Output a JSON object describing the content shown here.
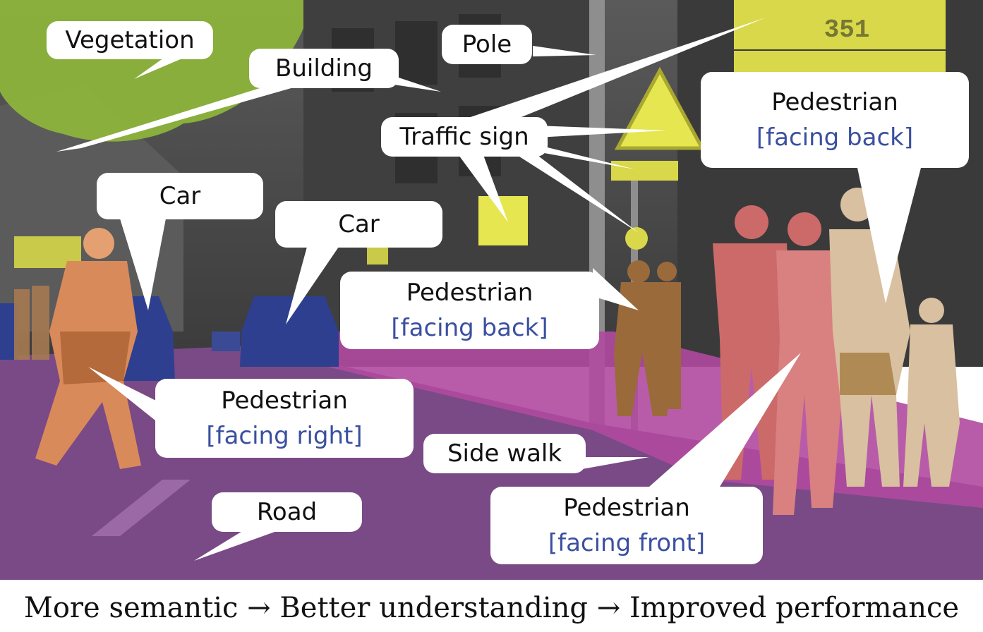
{
  "labels": {
    "vegetation": "Vegetation",
    "building": "Building",
    "pole": "Pole",
    "traffic_sign": "Traffic sign",
    "car_left": "Car",
    "car_center": "Car",
    "ped_back_right": {
      "title": "Pedestrian",
      "sub": "[facing back]"
    },
    "ped_back_center": {
      "title": "Pedestrian",
      "sub": "[facing back]"
    },
    "ped_right": {
      "title": "Pedestrian",
      "sub": "[facing right]"
    },
    "ped_front": {
      "title": "Pedestrian",
      "sub": "[facing front]"
    },
    "side_walk": "Side walk",
    "road": "Road"
  },
  "sign_text": {
    "top_number": "351"
  },
  "caption": "More semantic → Better understanding → Improved performance",
  "colors": {
    "vegetation": "#8fb83a",
    "building": "#4a4a4a",
    "road": "#7a4a86",
    "sidewalk": "#b04aa0",
    "car": "#2e3f8f",
    "pedestrian": "#d98a5a",
    "traffic_sign": "#e6e650",
    "accent_text": "#3a4fa0"
  }
}
